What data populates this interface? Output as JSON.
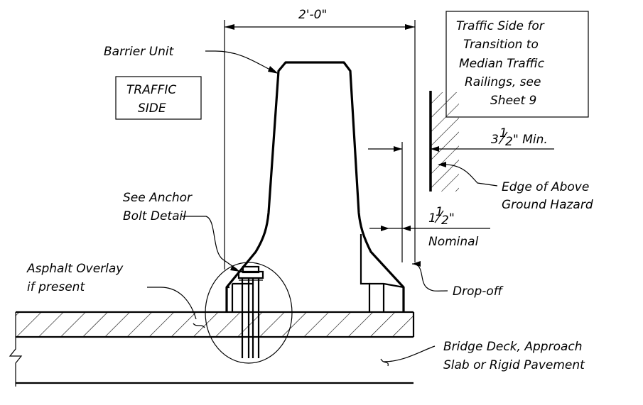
{
  "labels": {
    "dimension_width": "2'-0\"",
    "barrier_unit": "Barrier Unit",
    "traffic_side_1": "TRAFFIC",
    "traffic_side_2": "SIDE",
    "transition_1": "Traffic Side for",
    "transition_2": "Transition to",
    "transition_3": "Median Traffic",
    "transition_4": "Railings, see",
    "transition_5": "Sheet 9",
    "min_clear_whole": "3",
    "min_clear_frac_num": "1",
    "min_clear_frac_den": "2",
    "min_clear_suffix": "\" Min.",
    "hazard_1": "Edge of Above",
    "hazard_2": "Ground Hazard",
    "anchor_1": "See Anchor",
    "anchor_2": "Bolt Detail",
    "nominal_whole": "1",
    "nominal_frac_num": "1",
    "nominal_frac_den": "2",
    "nominal_suffix": "\"",
    "nominal_label": "Nominal",
    "asphalt_1": "Asphalt Overlay",
    "asphalt_2": "if present",
    "dropoff": "Drop-off",
    "deck_1": "Bridge Deck, Approach",
    "deck_2": "Slab or Rigid Pavement"
  }
}
